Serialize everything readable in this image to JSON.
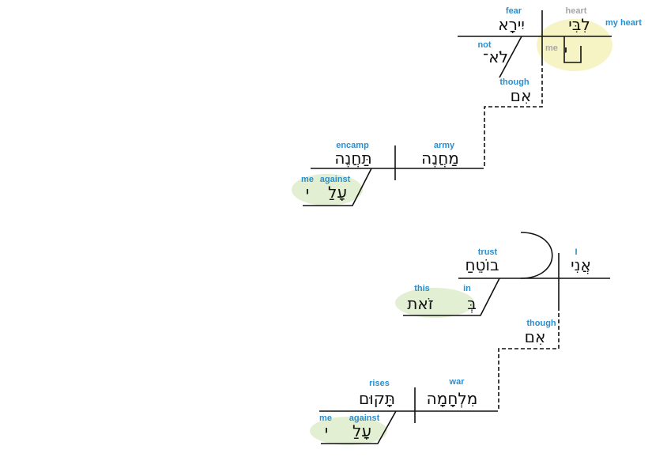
{
  "colors": {
    "line": "#111111",
    "gloss": "#2a8fd0",
    "gloss_grey": "#a6a6a6",
    "highlight_yellow": "#f6f3c4",
    "highlight_green": "#e3efd2"
  },
  "clause1": {
    "fear": {
      "heb": "יִירָא",
      "gloss": "fear"
    },
    "heart": {
      "heb": "לִבִּי",
      "gloss": "heart",
      "gloss2": "my heart"
    },
    "me": {
      "heb": "י",
      "gloss": "me"
    },
    "not": {
      "heb": "לֹא־",
      "gloss": "not"
    },
    "though": {
      "heb": "אִם",
      "gloss": "though"
    },
    "encamp": {
      "heb": "תַּחֲנֶה",
      "gloss": "encamp"
    },
    "army": {
      "heb": "מַחֲנֶה",
      "gloss": "army"
    },
    "against": {
      "heb": "עָלַ",
      "gloss": "against",
      "suffix": "י",
      "suffix_gloss": "me"
    }
  },
  "clause2": {
    "trust": {
      "heb": "בוֹטֵחַ",
      "gloss": "trust"
    },
    "i": {
      "heb": "אֲנִי",
      "gloss": "I"
    },
    "this": {
      "heb": "זֹאת",
      "gloss": "this"
    },
    "in": {
      "heb": "בְּ",
      "gloss": "in"
    },
    "though": {
      "heb": "אִם",
      "gloss": "though"
    },
    "rises": {
      "heb": "תָּקוּם",
      "gloss": "rises"
    },
    "war": {
      "heb": "מִלְחָמָה",
      "gloss": "war"
    },
    "against": {
      "heb": "עָלַ",
      "gloss": "against",
      "suffix": "י",
      "suffix_gloss": "me"
    }
  }
}
